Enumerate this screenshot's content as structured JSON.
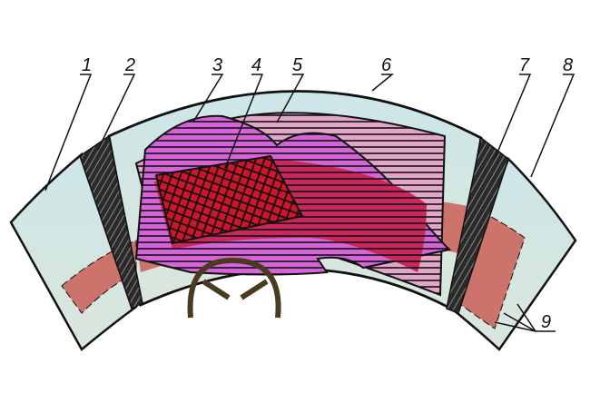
{
  "labels": {
    "l1": "1",
    "l2": "2",
    "l3": "3",
    "l4": "4",
    "l5": "5",
    "l6": "6",
    "l7": "7",
    "l8": "8",
    "l9": "9"
  },
  "colors": {
    "panel": "#d2e7e6",
    "band": "#cc736b",
    "magenta": "#d564d8",
    "pink": "#e2a6c8",
    "crimson": "#c8285c",
    "red": "#d0142a",
    "dark": "#2a2a2a",
    "wheel": "#4a3a1e"
  }
}
